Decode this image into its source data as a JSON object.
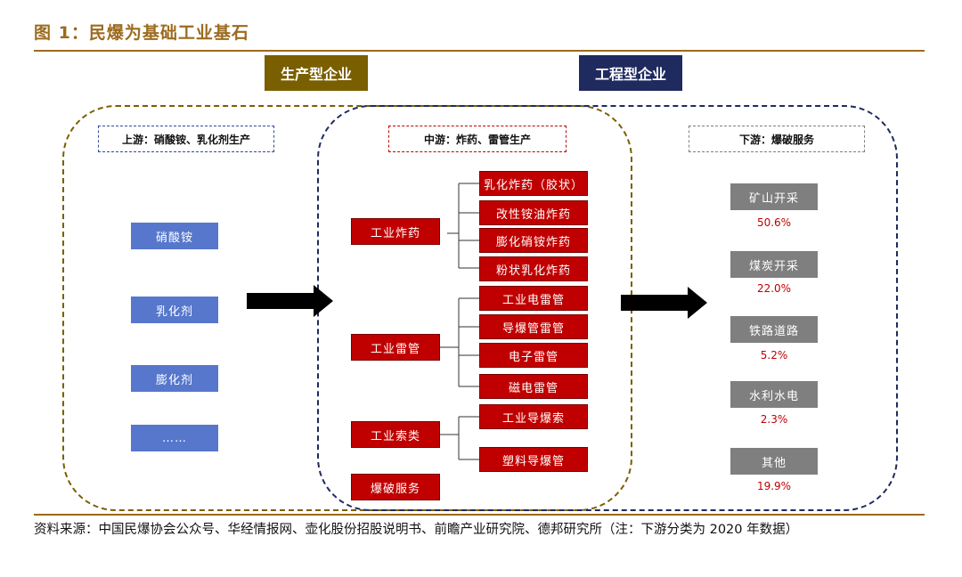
{
  "title": "图 1：民爆为基础工业基石",
  "tags": {
    "production": "生产型企业",
    "engineering": "工程型企业"
  },
  "colors": {
    "production": "#7a5f00",
    "engineering": "#1f2a5f",
    "blue_item": "#5677cc",
    "red_item": "#c00000",
    "gray_item": "#7f7f7f",
    "accent": "#9c6b1e"
  },
  "upstream": {
    "label": "上游：硝酸铵、乳化剂生产",
    "items": [
      "硝酸铵",
      "乳化剂",
      "膨化剂",
      "……"
    ]
  },
  "midstream": {
    "label": "中游：炸药、雷管生产",
    "groups": [
      {
        "name": "工业炸药",
        "children": [
          "乳化炸药（胶状）",
          "改性铵油炸药",
          "膨化硝铵炸药",
          "粉状乳化炸药"
        ]
      },
      {
        "name": "工业雷管",
        "children": [
          "工业电雷管",
          "导爆管雷管",
          "电子雷管",
          "磁电雷管"
        ]
      },
      {
        "name": "工业索类",
        "children": [
          "工业导爆索",
          "塑料导爆管"
        ]
      },
      {
        "name": "爆破服务",
        "children": []
      }
    ]
  },
  "downstream": {
    "label": "下游：爆破服务",
    "items": [
      {
        "name": "矿山开采",
        "pct": "50.6%"
      },
      {
        "name": "煤炭开采",
        "pct": "22.0%"
      },
      {
        "name": "铁路道路",
        "pct": "5.2%"
      },
      {
        "name": "水利水电",
        "pct": "2.3%"
      },
      {
        "name": "其他",
        "pct": "19.9%"
      }
    ]
  },
  "source": "资料来源：中国民爆协会公众号、华经情报网、壶化股份招股说明书、前瞻产业研究院、德邦研究所（注：下游分类为 2020 年数据）"
}
